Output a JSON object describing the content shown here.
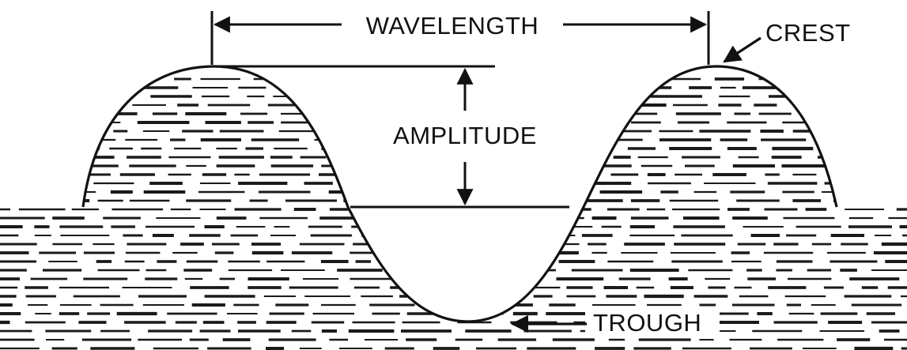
{
  "diagram": {
    "labels": {
      "wavelength": "WAVELENGTH",
      "amplitude": "AMPLITUDE",
      "crest": "CREST",
      "trough": "TROUGH"
    },
    "colors": {
      "ink": "#111111",
      "background": "#ffffff"
    }
  }
}
